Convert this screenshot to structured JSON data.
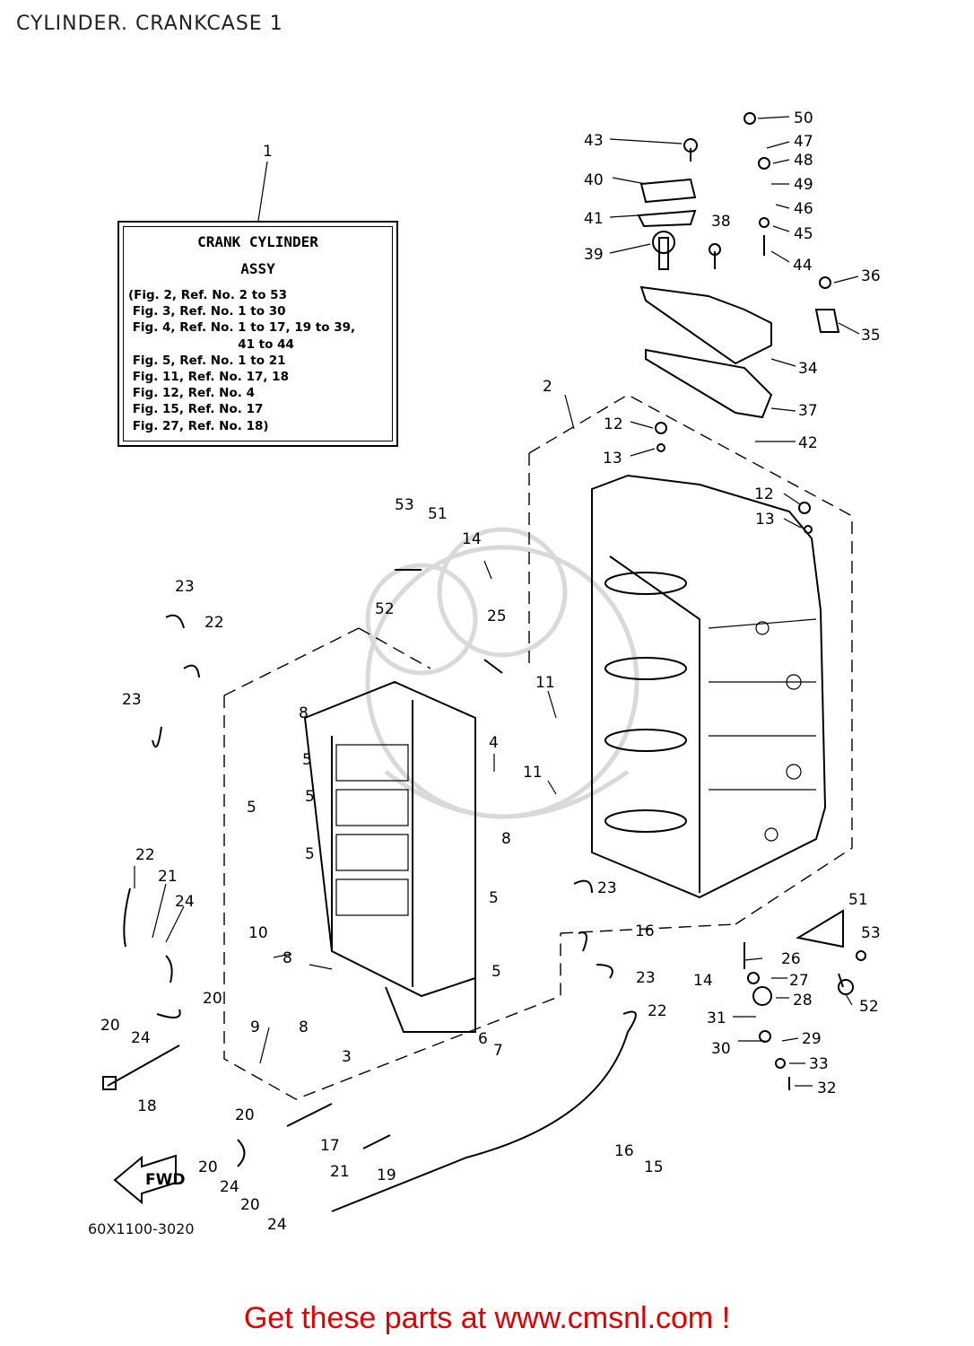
{
  "title": "CYLINDER. CRANKCASE 1",
  "assy_box": {
    "callout": "1",
    "title": "CRANK CYLINDER",
    "subtitle": "ASSY",
    "notes": [
      "(Fig. 2, Ref. No. 2 to 53",
      " Fig. 3, Ref. No. 1 to 30",
      " Fig. 4, Ref. No. 1 to 17, 19 to 39,",
      "                          41 to 44",
      " Fig. 5, Ref. No. 1 to 21",
      " Fig. 11, Ref. No. 17, 18",
      " Fig. 12, Ref. No. 4",
      " Fig. 15, Ref. No. 17",
      " Fig. 27, Ref. No. 18)"
    ]
  },
  "fwd_label": "FWD",
  "diagram_code": "60X1100-3020",
  "footer": "Get these parts at www.cmsnl.com !",
  "callouts": [
    "2",
    "3",
    "4",
    "5",
    "5",
    "5",
    "5",
    "5",
    "5",
    "6",
    "7",
    "8",
    "8",
    "8",
    "8",
    "9",
    "10",
    "11",
    "11",
    "12",
    "12",
    "13",
    "13",
    "14",
    "14",
    "15",
    "16",
    "16",
    "17",
    "18",
    "19",
    "20",
    "20",
    "20",
    "20",
    "20",
    "21",
    "21",
    "22",
    "22",
    "22",
    "23",
    "23",
    "23",
    "23",
    "24",
    "24",
    "24",
    "25",
    "26",
    "27",
    "28",
    "29",
    "30",
    "31",
    "32",
    "33",
    "34",
    "35",
    "36",
    "37",
    "38",
    "39",
    "40",
    "41",
    "42",
    "43",
    "44",
    "45",
    "46",
    "47",
    "48",
    "49",
    "50",
    "51",
    "51",
    "52",
    "52",
    "53",
    "53"
  ]
}
